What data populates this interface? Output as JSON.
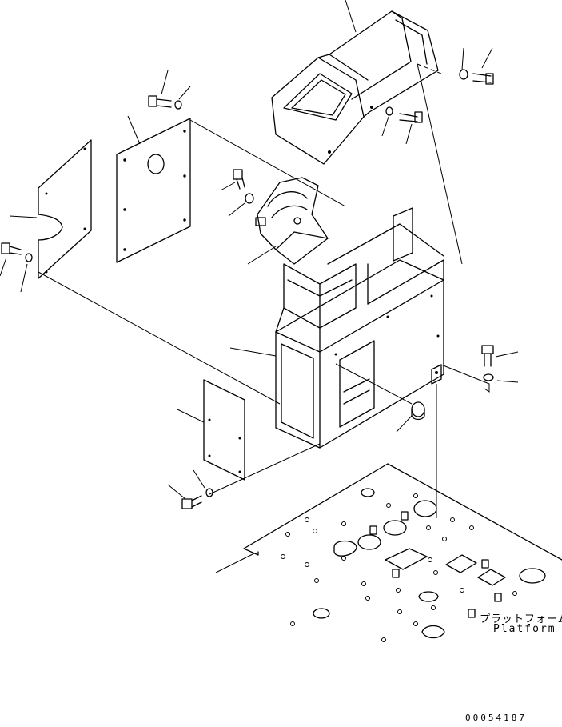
{
  "labels": {
    "platform_jp": "プラットフォーム",
    "platform_en": "Platform",
    "drawing_number": "00054187"
  },
  "colors": {
    "line": "#000000",
    "background": "#ffffff"
  }
}
